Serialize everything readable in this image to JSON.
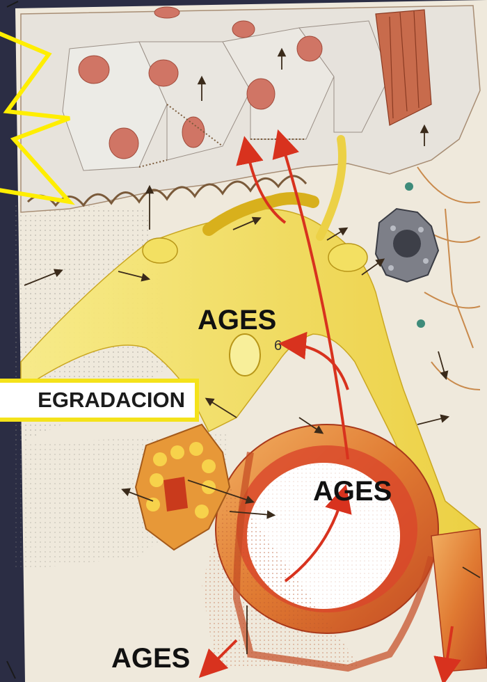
{
  "labels": {
    "ages_top": "AGES",
    "ages_right": "AGES",
    "ages_bottom": "AGES",
    "degradacion": "EGRADACION",
    "figure_number": "6"
  },
  "colors": {
    "frame": "#2b2d44",
    "tissue_bg": "#efe9dc",
    "neuron_yellow": "#f6e36a",
    "vessel_orange": "#e08a3a",
    "vessel_red": "#c7331e",
    "arrow_red": "#d8321e",
    "burst_yellow": "#ffee00",
    "label_border": "#f4e21a"
  },
  "icons": {
    "burst": "starburst-icon",
    "cells": "epithelial-cell-icon",
    "microglia": "macrophage-icon"
  }
}
